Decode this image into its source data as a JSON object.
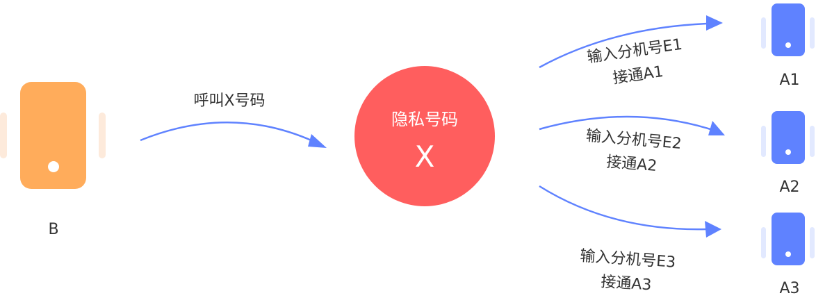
{
  "caller": {
    "label": "B",
    "color": "#FFAC5B",
    "vibration_color": "#FDEADB"
  },
  "call_action": {
    "label": "呼叫X号码"
  },
  "privacy_number": {
    "title": "隐私号码",
    "letter": "X",
    "color": "#FF5E5E"
  },
  "routes": [
    {
      "line1": "输入分机号E1",
      "line2": "接通A1"
    },
    {
      "line1": "输入分机号E2",
      "line2": "接通A2"
    },
    {
      "line1": "输入分机号E3",
      "line2": "接通A3"
    }
  ],
  "targets": [
    {
      "label": "A1"
    },
    {
      "label": "A2"
    },
    {
      "label": "A3"
    }
  ],
  "target_color": "#5F82FF",
  "target_vibration_color": "#E2E9FF",
  "arrow_color": "#5F82FF"
}
